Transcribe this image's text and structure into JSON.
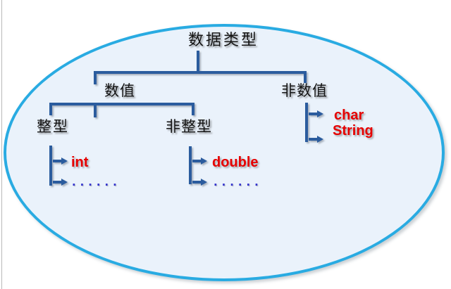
{
  "colors": {
    "ellipse_border": "#29ABE2",
    "ellipse_fill": "#EAF2FB",
    "connector_blue": "#2B5C9E",
    "keyword_red": "#E60000",
    "ellipsis_blue": "#3232CD",
    "label_text": "#141414",
    "background": "#FFFFFF"
  },
  "tree": {
    "root": "数据类型",
    "children": [
      {
        "label": "数值",
        "children": [
          {
            "label": "整型",
            "items": [
              "int",
              "......"
            ]
          },
          {
            "label": "非整型",
            "items": [
              "double",
              "......"
            ]
          }
        ]
      },
      {
        "label": "非数值",
        "items": [
          "char",
          "String"
        ]
      }
    ]
  }
}
